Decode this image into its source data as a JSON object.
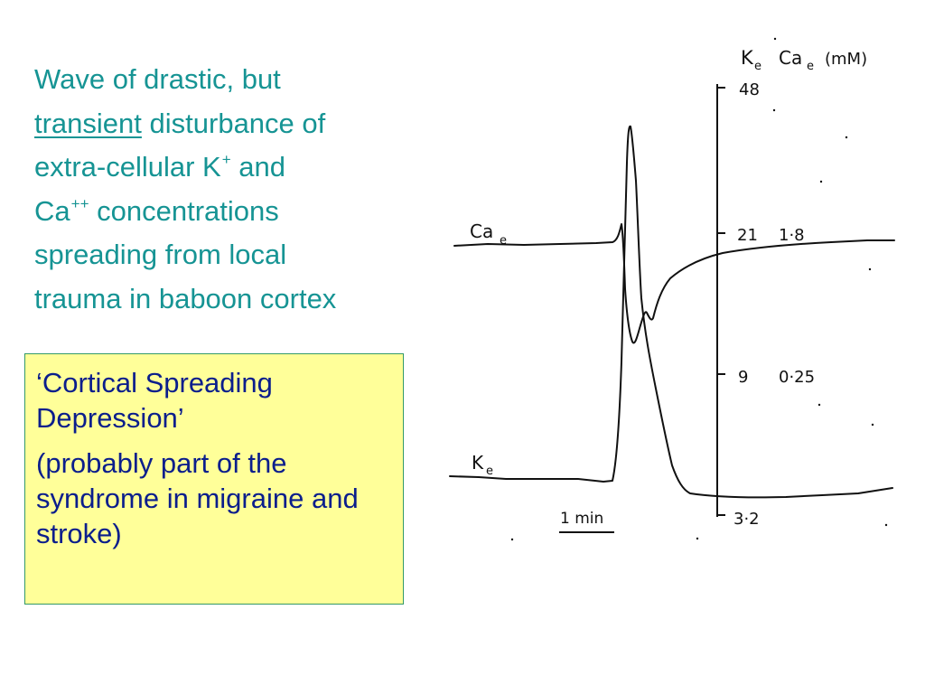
{
  "heading": {
    "line1": "Wave of drastic, but",
    "line2_underlined": "transient",
    "line2_rest": " disturbance of",
    "line3_text": "extra-cellular K",
    "line3_sup": "+",
    "line3_end": " and",
    "line4_text": "Ca",
    "line4_sup": "++",
    "line4_end": " concentrations",
    "line5": "spreading from local",
    "line6": "trauma in baboon cortex"
  },
  "note": {
    "title": "‘Cortical Spreading Depression’",
    "body": "(probably part of the syndrome in migraine and stroke)"
  },
  "figure": {
    "axis_header_k": "K",
    "axis_header_k_sub": "e",
    "axis_header_ca": "Ca",
    "axis_header_ca_sub": "e",
    "axis_header_unit": "(mM)",
    "tick_k_48": "48",
    "tick_k_21": "21",
    "tick_ca_1_8": "1·8",
    "tick_k_9": "9",
    "tick_ca_0_25": "0·25",
    "tick_k_3_2": "3·2",
    "trace_ca_label": "Ca",
    "trace_ca_label_sub": "e",
    "trace_k_label": "K",
    "trace_k_label_sub": "e",
    "time_scale_label": "1 min"
  },
  "colors": {
    "heading": "#169494",
    "note_text": "#0b1e8c",
    "note_background": "#ffff99",
    "note_border": "#339966",
    "trace": "#111111"
  }
}
